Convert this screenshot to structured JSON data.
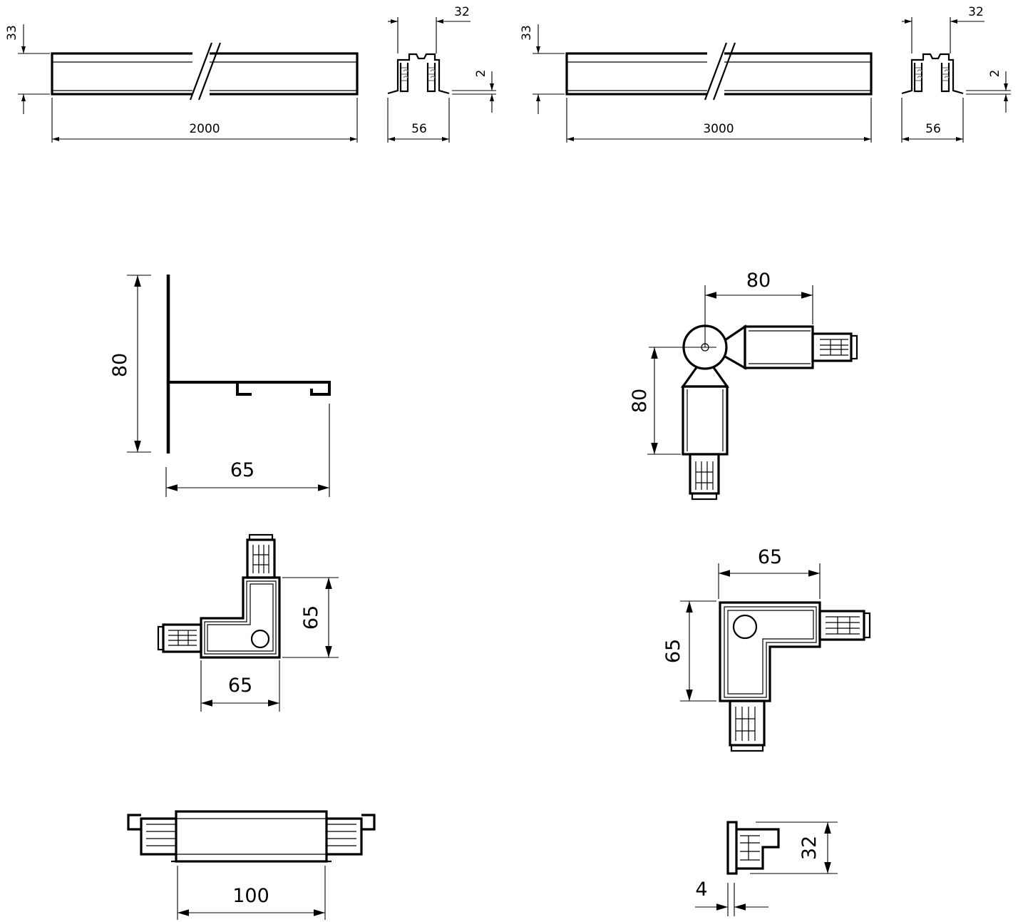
{
  "rail_2000": {
    "height": "33",
    "length": "2000",
    "profile_height": "32",
    "profile_width": "56",
    "flange": "2"
  },
  "rail_3000": {
    "height": "33",
    "length": "3000",
    "profile_height": "32",
    "profile_width": "56",
    "flange": "2"
  },
  "suspension_bracket": {
    "height": "80",
    "width": "65"
  },
  "flexible_connector": {
    "width": "80",
    "height": "80"
  },
  "l_connector_left": {
    "height": "65",
    "width": "65"
  },
  "l_connector_right": {
    "width": "65",
    "height": "65"
  },
  "straight_connector": {
    "length": "100"
  },
  "end_cap": {
    "height": "32",
    "thickness": "4"
  }
}
